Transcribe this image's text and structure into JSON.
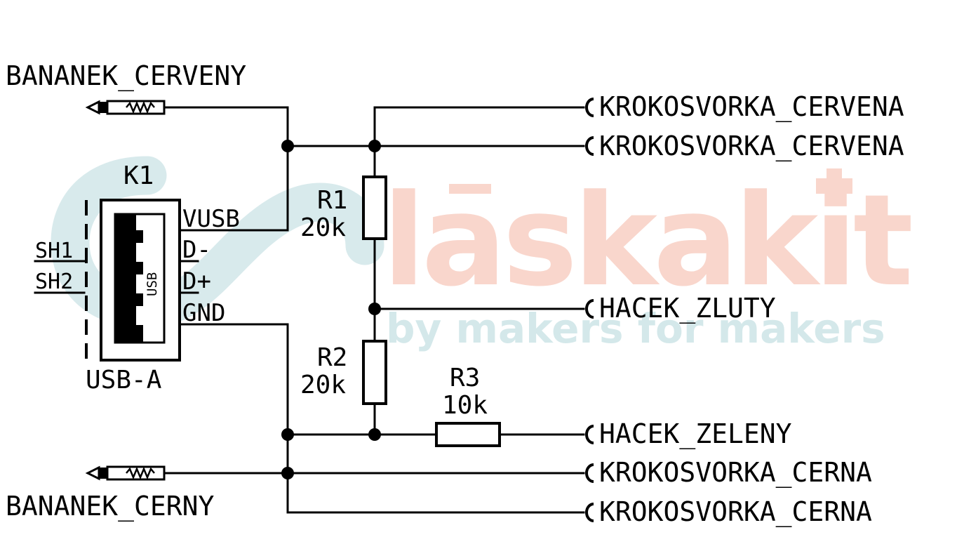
{
  "watermark": {
    "brand": "laskakit",
    "tagline": "by makers for makers",
    "colors": {
      "pink": "#f9d6cc",
      "teal": "#d4e8ea"
    }
  },
  "connector": {
    "ref": "K1",
    "type": "USB-A",
    "body_text": "USB",
    "pins": [
      "VUSB",
      "D-",
      "D+",
      "GND"
    ],
    "shield_pins": [
      "SH1",
      "SH2"
    ]
  },
  "resistors": [
    {
      "ref": "R1",
      "value": "20k"
    },
    {
      "ref": "R2",
      "value": "20k"
    },
    {
      "ref": "R3",
      "value": "10k"
    }
  ],
  "banana_plugs": {
    "red": "BANANEK_CERVENY",
    "black": "BANANEK_CERNY"
  },
  "outputs": [
    "KROKOSVORKA_CERVENA",
    "KROKOSVORKA_CERVENA",
    "HACEK_ZLUTY",
    "HACEK_ZELENY",
    "KROKOSVORKA_CERNA",
    "KROKOSVORKA_CERNA"
  ]
}
